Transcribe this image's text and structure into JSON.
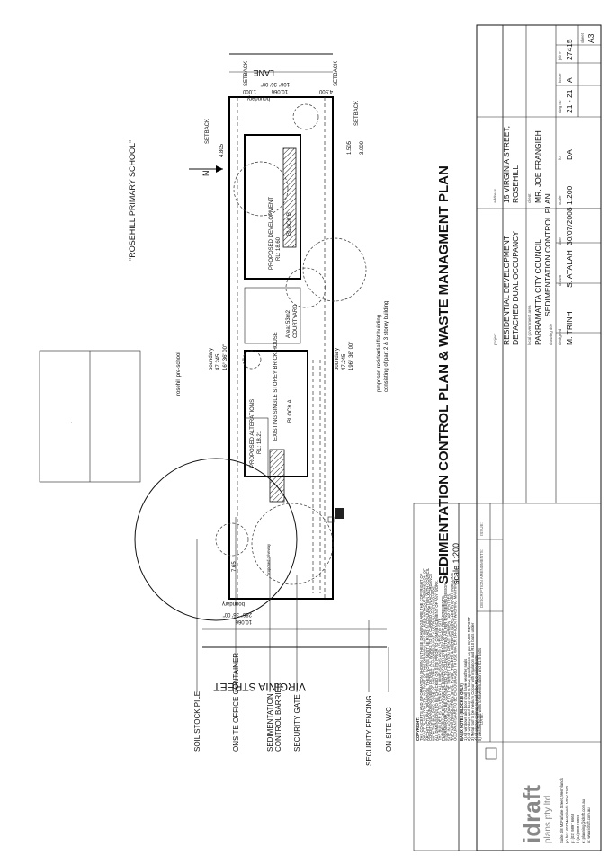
{
  "drawing": {
    "title": "SEDIMENTATION CONTROL PLAN & WASTE MANAGMENT PLAN",
    "scale": "scale 1:200",
    "north": "N"
  },
  "site": {
    "street": "VIRGINIA STREET",
    "lane": "LANE",
    "school": "\"ROSEHILL PRIMARY SCHOOL\"",
    "preschool": "rosehill pre-school",
    "neighbour_note_1": "proposed residential flat building",
    "neighbour_note_2": "consisting of part 2 & 3 storey building",
    "courtyard": "COURTYARD",
    "courtyard_area": "Area: 53m2",
    "block_a": "BLOCK A",
    "block_b": "BLOCK B",
    "existing_house": "EXISTING SINGLE STOREY BRICK HOUSE",
    "proposed_alterations": "PROPOSED ALTERATIONS",
    "proposed_alterations_rl": "RL: 18.21",
    "proposed_development": "PROPOSED DEVELOPMENT",
    "proposed_development_rl": "RL: 18.60",
    "driveway": "proposed driveway"
  },
  "dimensions": {
    "setback_top_1": "SETBACK",
    "setback_top_2": "SETBACK",
    "setback_left": "SETBACK",
    "setback_right": "SETBACK",
    "boundary_top_a": "1.000",
    "boundary_top_b": "4.500",
    "boundary_top_len": "10.066",
    "boundary_top_brg": "106° 36' 00\"",
    "boundary_word": "boundary",
    "side_4805": "4.805",
    "side_1505": "1.505",
    "side_3000": "3.000",
    "mid_left_len": "47.245",
    "mid_left_brg": "16° 36' 00\"",
    "mid_right_len": "47.245",
    "mid_right_brg": "196° 36' 00\"",
    "bottom_len": "10.066",
    "bottom_brg": "286° 36' 00\"",
    "bottom_setback": "7.65"
  },
  "legend": [
    "SOIL STOCK PILE",
    "ONSITE OFFICE CONTAINER",
    "SEDIMENTATION CONTROL BARRIER",
    "SECURITY GATE",
    "SECURITY FENCING",
    "ON SITE W/C"
  ],
  "notes": {
    "heading": "BASIX NOTES (BLOCK B ONLY)",
    "items": [
      "1) All windows and door shall have weather seals",
      "2) All windows and door shall to have specification as per BASIX REPORT",
      "3) Metal roof to be medium Colour with insulation and R1.0 batts under",
      "4) All plaster ceilings to roof to be R2.0 ceiling batts",
      "5) weatherboard walls to have insulation and R1.5 batts"
    ],
    "copyright_heading": "COPYRIGHT:",
    "copyright_lines": [
      "THE CONCEPTS AND INFORMATION SHOWN IN THESE DRAWINGS ARE THE COPYRIGHT OF",
      "IDRAFT PLANS PTY LTD. NO PART OF THIS DRAWING MAY BE USED WITHOUT PERMISSION OF",
      "ARCHITECTURAL DRAWINGS. THESE NOTES MUST BE READ IN CONJUNCTION WITH COUNCIL",
      "CONDITIONS AND ENGINEERS DETAILS. ALL WORKS TO BE CARRIED OUT IN ACCORDANCE",
      "WITH THE BUILDING CODE OF AUSTRALIA AND RELEVANT AUSTRALIAN STANDARDS.",
      "ALL DIMENSIONS TO BE CHECKED ON SITE PRIOR TO COMMENCEMENT OF ANY WORK.",
      "THE BUILDER IS TO VERIFY ALL DIMENSIONS AND LEVELS ON SITE.",
      "PLUMBING AND DRAINAGE TO COMPLY WITH SYDNEY WATER REQUIREMENTS.",
      "STORMWATER TO BE CONNECTED TO COUNCIL SYSTEM AS PER ENGINEERS DESIGN.",
      "SITE IN ACCORDANCE TO THE TURRET PHOTON FRONT GARDEN TAP CENTRES.",
      "TAP FLOW REGULATION, DUAL FLUSH TOILETS & CISTERNS INSTALLED IN EACH DWELLING",
      "OCCUPANTS ARE TO BE ENCOURAGED TO USE WATER EFFICIENT WASHING MACHINES"
    ]
  },
  "title_block": {
    "company_logo": "idraft",
    "company_sub": "plans pty ltd",
    "company_address_1": "Suite 4/8 McFarlane Street, Merrylands",
    "company_address_2": "po box 407 Merrylands NSW 2160",
    "company_phone": "p: (02) 9897 6668",
    "company_fax": "f: (02) 9897 6669",
    "company_email": "e: planning@idraft.com.au",
    "company_web": "w: www.idraft.com.au",
    "issue_label": "ISSUE:",
    "description_label": "DESCRIPTION AMENDMENTS:",
    "date_label": "DATE:",
    "project_label": "project",
    "project_line_1": "RESIDENTIAL DEVELOPMENT",
    "project_line_2": "DETACHED DUAL OCCUPANCY",
    "authority_label": "local government area",
    "authority": "PARRAMATTA CITY COUNCIL",
    "drawing_label": "drawing title",
    "drawing_title": "SEDIMENTATION CONTROL PLAN",
    "designed_label": "designed",
    "designed": "M. TRINH",
    "drawn_label": "drawn",
    "drawn": "S. ATALAH",
    "date_value_label": "date",
    "date_value": "30/07/2008",
    "scale_label": "scale",
    "scale_value": "1:200",
    "address_label": "address",
    "address_line_1": "15 VIRGINIA STREET,",
    "address_line_2": "ROSEHILL",
    "client_label": "client",
    "client": "MR. JOE FRANGIEH",
    "for_label": "for",
    "for_value": "DA",
    "dwg_label": "dwg no",
    "dwg_value": "21 - 21",
    "issue_small_label": "issue",
    "issue_value": "A",
    "job_label": "job #",
    "job_value": "27415",
    "sheet_label": "sheet",
    "sheet_value": "A3"
  }
}
